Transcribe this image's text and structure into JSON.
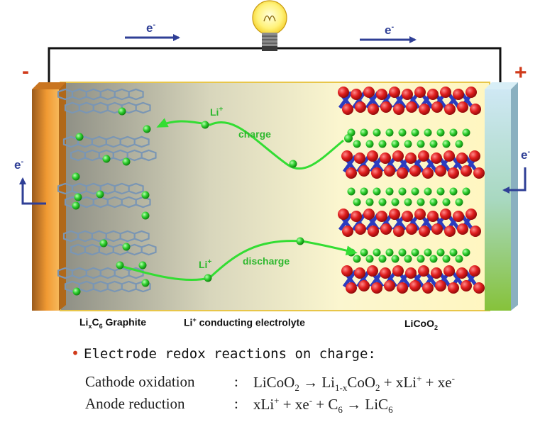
{
  "electron": {
    "base": "e",
    "sup": "-"
  },
  "li_ion": {
    "base": "Li",
    "sup": "+"
  },
  "terminals": {
    "negative": "-",
    "positive": "+"
  },
  "arrows": {
    "charge": "charge",
    "discharge": "discharge"
  },
  "labels": {
    "anode": {
      "p1": "Li",
      "p2": "x",
      "p3": "C",
      "p4": "6",
      "p5": " Graphite"
    },
    "electrolyte": {
      "p1": "Li",
      "p2": "+",
      "p3": " conducting electrolyte"
    },
    "cathode": {
      "p1": "LiCoO",
      "p2": "2"
    }
  },
  "bullet": "Electrode redox reactions on charge:",
  "equations": {
    "cathode": {
      "label": "Cathode oxidation",
      "colon": ":",
      "t1": "LiCoO",
      "s1": "2",
      "t2": " → Li",
      "s2": "1-x",
      "t3": "CoO",
      "s3": "2",
      "t4": " + xLi",
      "p4": "+",
      "t5": " + xe",
      "p5": "-"
    },
    "anode": {
      "label": "Anode reduction",
      "colon": ":",
      "t1": "xLi",
      "p1": "+",
      "t2": " + xe",
      "p2": "-",
      "t3": " + C",
      "s3": "6",
      "t4": " → LiC",
      "s4": "6"
    }
  },
  "colors": {
    "wire": "#111111",
    "electron_arrow": "#2f3f96",
    "li_path": "#33dd33",
    "anode_plate": "#e8892a",
    "cathode_plate": "#a8d8c8",
    "graphite": "#7a96b4",
    "oxygen": "#d81e1e",
    "cobalt": "#2b3cc0",
    "lithium": "#22c322",
    "terminal_negative": "#d03a1a",
    "terminal_positive": "#d03a1a"
  },
  "icons": {
    "bulb": "light-bulb-icon"
  }
}
